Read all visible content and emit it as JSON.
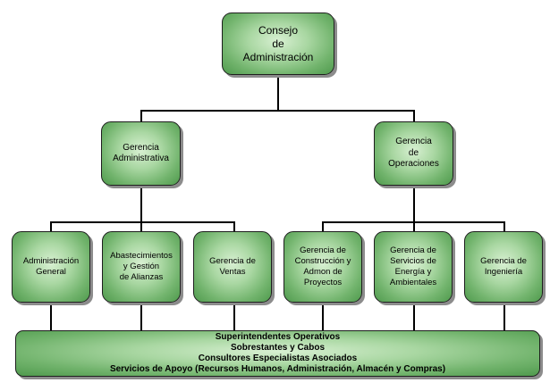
{
  "org": {
    "top": "Consejo\nde\nAdministración",
    "admin": "Gerencia\nAdministrativa",
    "ops": "Gerencia\nde\nOperaciones",
    "leaves": [
      "Administración\nGeneral",
      "Abastecimientos\ny Gestión\nde Alianzas",
      "Gerencia de\nVentas",
      "Gerencia de\nConstrucción y\nAdmon de\nProyectos",
      "Gerencia de\nServicios de\nEnergía y\nAmbientales",
      "Gerencia de\nIngeniería"
    ],
    "bottom": [
      "Superintendentes Operativos",
      "Sobrestantes y Cabos",
      "Consultores Especialistas Asociados",
      "Servicios de Apoyo (Recursos Humanos, Administración, Almacén y Compras)"
    ]
  }
}
